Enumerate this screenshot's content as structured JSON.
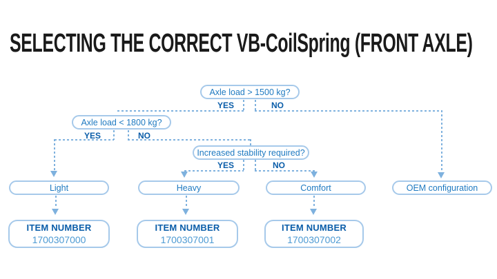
{
  "page": {
    "title": "SELECTING THE CORRECT VB-CoilSpring (FRONT AXLE)"
  },
  "colors": {
    "background": "#ffffff",
    "title_text": "#1a1a1a",
    "box_border": "#a6c9ea",
    "question_text": "#1f7ac1",
    "branch_label_text": "#0a5da9",
    "connector": "#7eb1de",
    "item_label_text": "#0a5da9",
    "item_number_text": "#4d9ad3"
  },
  "flowchart": {
    "decisions": [
      {
        "question": "Axle load > 1500 kg?",
        "yes_label": "YES",
        "no_label": "NO"
      },
      {
        "question": "Axle load < 1800 kg?",
        "yes_label": "YES",
        "no_label": "NO"
      },
      {
        "question": "Increased stability required?",
        "yes_label": "YES",
        "no_label": "NO"
      }
    ],
    "outcomes": [
      {
        "label": "Light",
        "item_label": "ITEM NUMBER",
        "item_number": "1700307000"
      },
      {
        "label": "Heavy",
        "item_label": "ITEM NUMBER",
        "item_number": "1700307001"
      },
      {
        "label": "Comfort",
        "item_label": "ITEM NUMBER",
        "item_number": "1700307002"
      },
      {
        "label": "OEM configuration"
      }
    ]
  }
}
